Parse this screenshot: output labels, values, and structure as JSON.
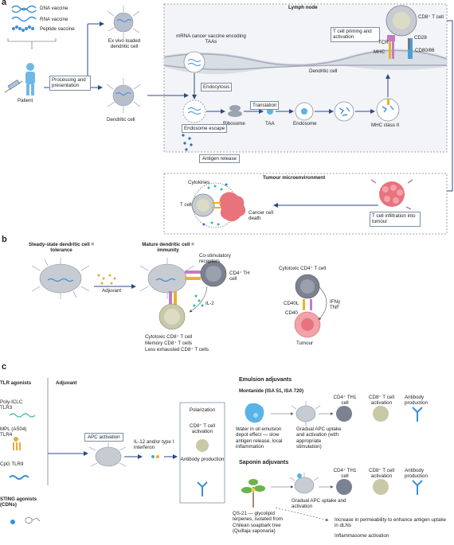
{
  "panels": {
    "a": "a",
    "b": "b",
    "c": "c"
  },
  "a": {
    "vaccines": [
      "DNA vaccine",
      "RNA vaccine",
      "Peptide vaccine"
    ],
    "patient": "Patient",
    "processing": "Processing and presentation",
    "ex_vivo": "Ex vivo loaded dendritic cell",
    "dendritic_cell": "Dendritic cell",
    "lymph_node": "Lymph node",
    "mrna": "mRNA cancer vaccine encoding TAAs",
    "dendritic_cell_membrane": "Dendritic cell",
    "endocytosis": "Endocytosis",
    "translation": "Translation",
    "ribosome": "Ribosome",
    "taa": "TAA",
    "endosome": "Endosome",
    "endosome_escape": "Endosome escape",
    "mhc_class_ii": "MHC class II",
    "t_cell_priming": "T cell priming and activation",
    "tcr": "TCR",
    "cd28": "CD28",
    "mhc": "MHC",
    "cd80_86": "CD80/86",
    "cd8_t_cell": "CD8⁺ T cell",
    "antigen_release": "Antigen release",
    "tumour_microenvironment": "Tumour microenvironment",
    "cytokines": "Cytokines",
    "t_cell": "T cell",
    "cancer_cell_death": "Cancer cell death",
    "t_cell_infiltration": "T cell infiltration into tumour"
  },
  "b": {
    "steady_state": "Steady-state dendritic cell = tolerance",
    "adjuvant": "Adjuvant",
    "mature": "Mature dendritic cell = immunity",
    "costim": "Co-stimulatory receptors",
    "cd4_th": "CD4⁺ TH cell",
    "il2": "IL-2",
    "bullets": [
      "Cytotoxic CD8⁺ T cell",
      "Memory CD8⁺ T cells",
      "Less exhausted CD8⁺ T cells"
    ],
    "cytotoxic_cd4": "Cytotoxic CD4⁺ T cell",
    "cd40l": "CD40L",
    "cd40": "CD40",
    "ifn_tnf": "IFNγ TNF",
    "tumour": "Tumour"
  },
  "c": {
    "tlr_agonists": "TLR agonists",
    "adjuvant": "Adjuvant",
    "poly_iclc": "Poly-ICLC TLR3",
    "mpl": "MPL (AS04) TLR4",
    "cpg": "CpG TLR9",
    "sting": "STING agonists (CDNs)",
    "apc_activation": "APC activation",
    "il12": "IL-12 and/or type I interferon",
    "outcomes": [
      "Polarization",
      "CD8⁺ T cell activation",
      "Antibody production"
    ],
    "emulsion_title": "Emulsion adjuvants",
    "montanide": "Montanide (ISA 51, ISA 720)",
    "cd4_th1": "CD4⁺ TH1 cell",
    "cd8_activation": "CD8⁺ T cell activation",
    "antibody_production": "Antibody production",
    "water_in_oil": "Water in oil emulsion depot effect — slow antigen release, local inflammation",
    "gradual_apc_emulsion": "Gradual APC uptake and activation (with appropriate stimulation)",
    "saponin_title": "Saponin adjuvants",
    "gradual_apc_saponin": "Gradual APC uptake and activation",
    "qs21": "QS-21 — glycolipid terpenes, isolated from Chilean soapbark tree (Quillaja saponaria)",
    "permeability": "Increase in permeability to enhance antigen uptake in dLNs",
    "inflammasome": "Inflammasome activation"
  }
}
